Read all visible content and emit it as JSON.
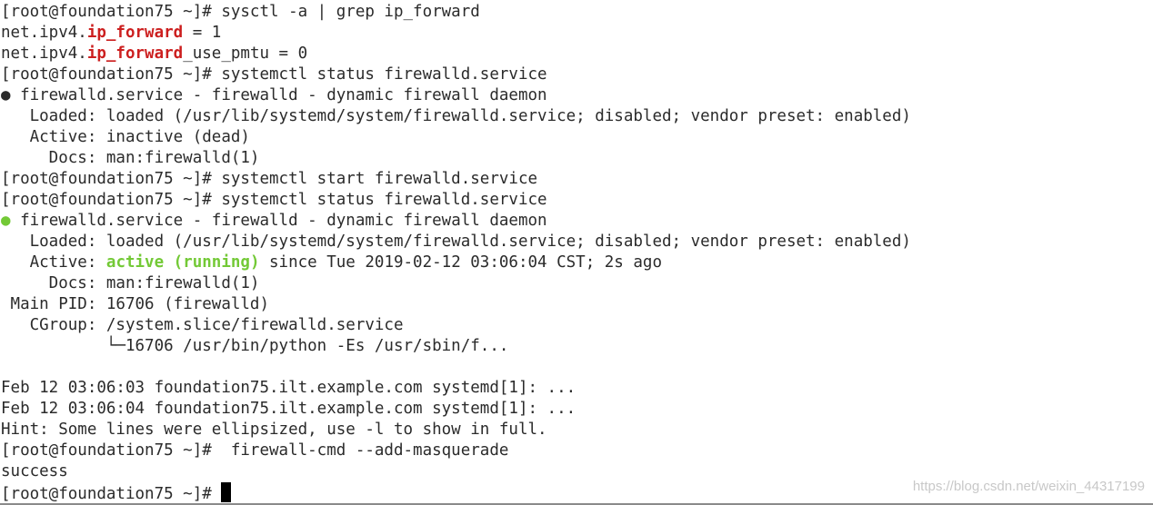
{
  "colors": {
    "background": "#ffffff",
    "text": "#2b2b2b",
    "highlight_red": "#cc1f1f",
    "status_green": "#73c936"
  },
  "terminal": {
    "lines": [
      {
        "type": "prompt",
        "segments": [
          {
            "text": "[root@foundation75 ~]# sysctl -a | grep ip_forward"
          }
        ]
      },
      {
        "type": "output",
        "segments": [
          {
            "text": "net.ipv4."
          },
          {
            "text": "ip_forward",
            "style": "red"
          },
          {
            "text": " = 1"
          }
        ]
      },
      {
        "type": "output",
        "segments": [
          {
            "text": "net.ipv4."
          },
          {
            "text": "ip_forward",
            "style": "red"
          },
          {
            "text": "_use_pmtu = 0"
          }
        ]
      },
      {
        "type": "prompt",
        "segments": [
          {
            "text": "[root@foundation75 ~]# systemctl status firewalld.service"
          }
        ]
      },
      {
        "type": "output",
        "segments": [
          {
            "text": "● firewalld.service - firewalld - dynamic firewall daemon"
          }
        ]
      },
      {
        "type": "output",
        "segments": [
          {
            "text": "   Loaded: loaded (/usr/lib/systemd/system/firewalld.service; disabled; vendor preset: enabled)"
          }
        ]
      },
      {
        "type": "output",
        "segments": [
          {
            "text": "   Active: inactive (dead)"
          }
        ]
      },
      {
        "type": "output",
        "segments": [
          {
            "text": "     Docs: man:firewalld(1)"
          }
        ]
      },
      {
        "type": "prompt",
        "segments": [
          {
            "text": "[root@foundation75 ~]# systemctl start firewalld.service"
          }
        ]
      },
      {
        "type": "prompt",
        "segments": [
          {
            "text": "[root@foundation75 ~]# systemctl status firewalld.service"
          }
        ]
      },
      {
        "type": "output",
        "segments": [
          {
            "text": "●",
            "style": "dot-green"
          },
          {
            "text": " firewalld.service - firewalld - dynamic firewall daemon"
          }
        ]
      },
      {
        "type": "output",
        "segments": [
          {
            "text": "   Loaded: loaded (/usr/lib/systemd/system/firewalld.service; disabled; vendor preset: enabled)"
          }
        ]
      },
      {
        "type": "output",
        "segments": [
          {
            "text": "   Active: "
          },
          {
            "text": "active (running)",
            "style": "green"
          },
          {
            "text": " since Tue 2019-02-12 03:06:04 CST; 2s ago"
          }
        ]
      },
      {
        "type": "output",
        "segments": [
          {
            "text": "     Docs: man:firewalld(1)"
          }
        ]
      },
      {
        "type": "output",
        "segments": [
          {
            "text": " Main PID: 16706 (firewalld)"
          }
        ]
      },
      {
        "type": "output",
        "segments": [
          {
            "text": "   CGroup: /system.slice/firewalld.service"
          }
        ]
      },
      {
        "type": "output",
        "segments": [
          {
            "text": "           └─16706 /usr/bin/python -Es /usr/sbin/f..."
          }
        ]
      },
      {
        "type": "blank",
        "segments": [
          {
            "text": ""
          }
        ]
      },
      {
        "type": "output",
        "segments": [
          {
            "text": "Feb 12 03:06:03 foundation75.ilt.example.com systemd[1]: ..."
          }
        ]
      },
      {
        "type": "output",
        "segments": [
          {
            "text": "Feb 12 03:06:04 foundation75.ilt.example.com systemd[1]: ..."
          }
        ]
      },
      {
        "type": "output",
        "segments": [
          {
            "text": "Hint: Some lines were ellipsized, use -l to show in full."
          }
        ]
      },
      {
        "type": "prompt",
        "segments": [
          {
            "text": "[root@foundation75 ~]#  firewall-cmd --add-masquerade"
          }
        ]
      },
      {
        "type": "output",
        "segments": [
          {
            "text": "success"
          }
        ]
      }
    ],
    "current_prompt": "[root@foundation75 ~]# "
  },
  "watermark": "https://blog.csdn.net/weixin_44317199"
}
